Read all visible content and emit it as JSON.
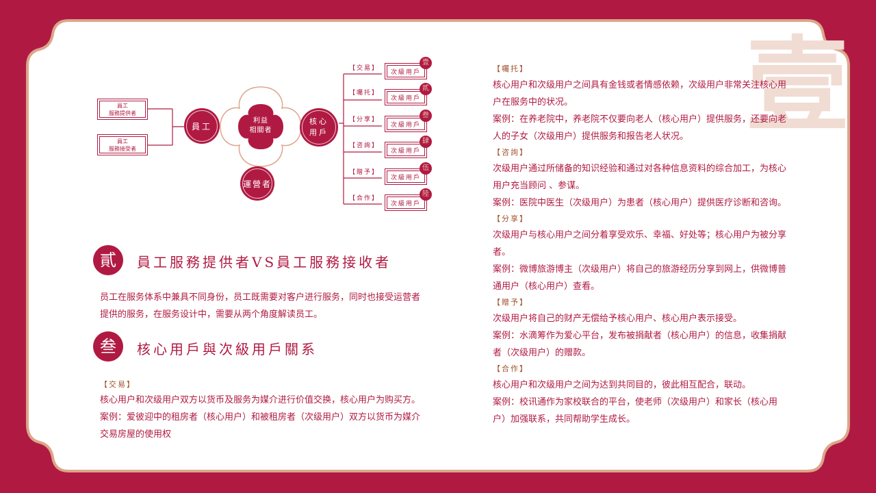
{
  "colors": {
    "primary": "#b01a42",
    "frame_border": "#dca68a",
    "watermark": "#f0dcd3",
    "tag": "#a0522d",
    "panel": "#ffffff"
  },
  "watermark": "壹",
  "diagram": {
    "left_boxes": [
      {
        "line1": "員工",
        "line2": "服務提供者"
      },
      {
        "line1": "員工",
        "line2": "服務接受者"
      }
    ],
    "employee_node": "員工",
    "center_node": {
      "line1": "利益",
      "line2": "相關者"
    },
    "operator_node": "運營者",
    "core_node": {
      "line1": "核心",
      "line2": "用戶"
    },
    "branches": [
      {
        "label": "【交易】",
        "box": "次級用戶",
        "num": "壹"
      },
      {
        "label": "【囑托】",
        "box": "次級用戶",
        "num": "貳"
      },
      {
        "label": "【分享】",
        "box": "次級用戶",
        "num": "叁"
      },
      {
        "label": "【咨詢】",
        "box": "次級用戶",
        "num": "肆"
      },
      {
        "label": "【贈予】",
        "box": "次級用戶",
        "num": "伍"
      },
      {
        "label": "【合作】",
        "box": "次級用戶",
        "num": "陸"
      }
    ]
  },
  "section2": {
    "badge": "貳",
    "title": "員工服務提供者VS員工服務接收者",
    "body_lines": [
      "员工在服务体系中兼具不同身份，员工既需要对客户进行服务，同时也接受运营者",
      "提供的服务，在服务设计中，需要从两个角度解读员工。"
    ]
  },
  "section3": {
    "badge": "叁",
    "title": "核心用戶與次級用戶關系",
    "tag": "【交易】",
    "lines": [
      "核心用户和次级用户双方以货币及服务为媒介进行价值交换，核心用户为购买方。",
      "案例：爱彼迎中的租房者（核心用户）和被租房者（次级用户）双方以货币为媒介",
      "交易房屋的使用权"
    ]
  },
  "right_column": [
    {
      "tag": "【囑托】",
      "lines": [
        "核心用户和次级用户之间具有金钱或者情感依赖，次级用户非常关注核心用",
        "户在服务中的状况。",
        "案例：在养老院中，养老院不仅要向老人（核心用户）提供服务，还要向老",
        "人的子女（次级用户）提供服务和报告老人状况。"
      ]
    },
    {
      "tag": "【咨詢】",
      "lines": [
        "次级用户通过所储备的知识经验和通过对各种信息资料的综合加工，为核心",
        "用户充当顾问 、参谋。",
        "案例：医院中医生（次级用户）为患者（核心用户）提供医疗诊断和咨询。"
      ]
    },
    {
      "tag": "【分享】",
      "lines": [
        "次级用户与核心用户之间分着享受欢乐、幸福、好处等；核心用户为被分享",
        "者。",
        "案例：微博旅游博主（次级用户）将自己的旅游经历分享到网上，供微博普",
        "通用户（核心用户）查看。"
      ]
    },
    {
      "tag": "【贈予】",
      "lines": [
        "次级用户将自己的财产无偿给予核心用户、核心用户表示接受。",
        "案例：水滴筹作为爱心平台，发布被捐献者（核心用户）的信息，收集捐献",
        "者（次级用户）的赠款。"
      ]
    },
    {
      "tag": "【合作】",
      "lines": [
        "核心用户和次级用户之间为达到共同目的，彼此相互配合，联动。",
        "案例：校讯通作为家校联合的平台，使老师（次级用户）和家长（核心用",
        "户）加强联系，共同帮助学生成长。"
      ]
    }
  ]
}
